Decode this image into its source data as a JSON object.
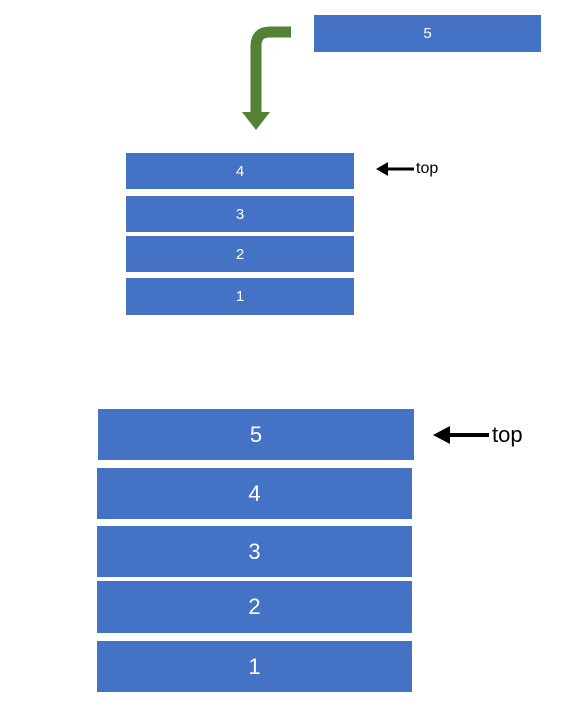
{
  "incoming_block": {
    "label": "5"
  },
  "before_stack": {
    "blocks": [
      "4",
      "3",
      "2",
      "1"
    ],
    "top_label": "top"
  },
  "after_stack": {
    "blocks": [
      "5",
      "4",
      "3",
      "2",
      "1"
    ],
    "top_label": "top"
  },
  "colors": {
    "block_fill": "#4472c4",
    "block_text": "#ffffff",
    "push_arrow": "#548235",
    "pointer_arrow": "#000000"
  }
}
